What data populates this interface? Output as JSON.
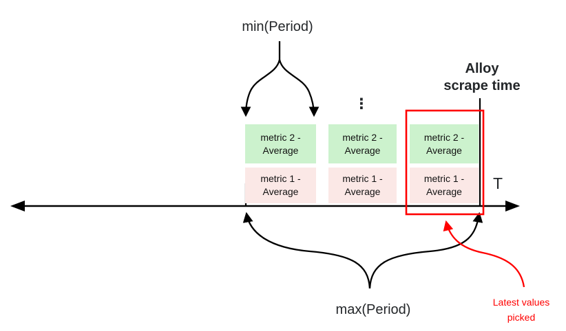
{
  "diagram": {
    "labels": {
      "min_period": "min(Period)",
      "max_period": "max(Period)",
      "alloy_scrape_time": "Alloy\nscrape time",
      "latest_values": "Latest values\npicked",
      "axis_t": "T",
      "ellipsis": "⋮"
    },
    "groups": [
      {
        "metric2": "metric 2 -\nAverage",
        "metric1": "metric 1 -\nAverage"
      },
      {
        "metric2": "metric 2 -\nAverage",
        "metric1": "metric 1 -\nAverage"
      },
      {
        "metric2": "metric 2 -\nAverage",
        "metric1": "metric 1 -\nAverage"
      }
    ],
    "colors": {
      "metric2_fill": "#ccf2cd",
      "metric1_fill": "#fbe8e6",
      "highlight_red": "#ff0000",
      "line_black": "#000000",
      "text_dark": "#232629"
    }
  }
}
